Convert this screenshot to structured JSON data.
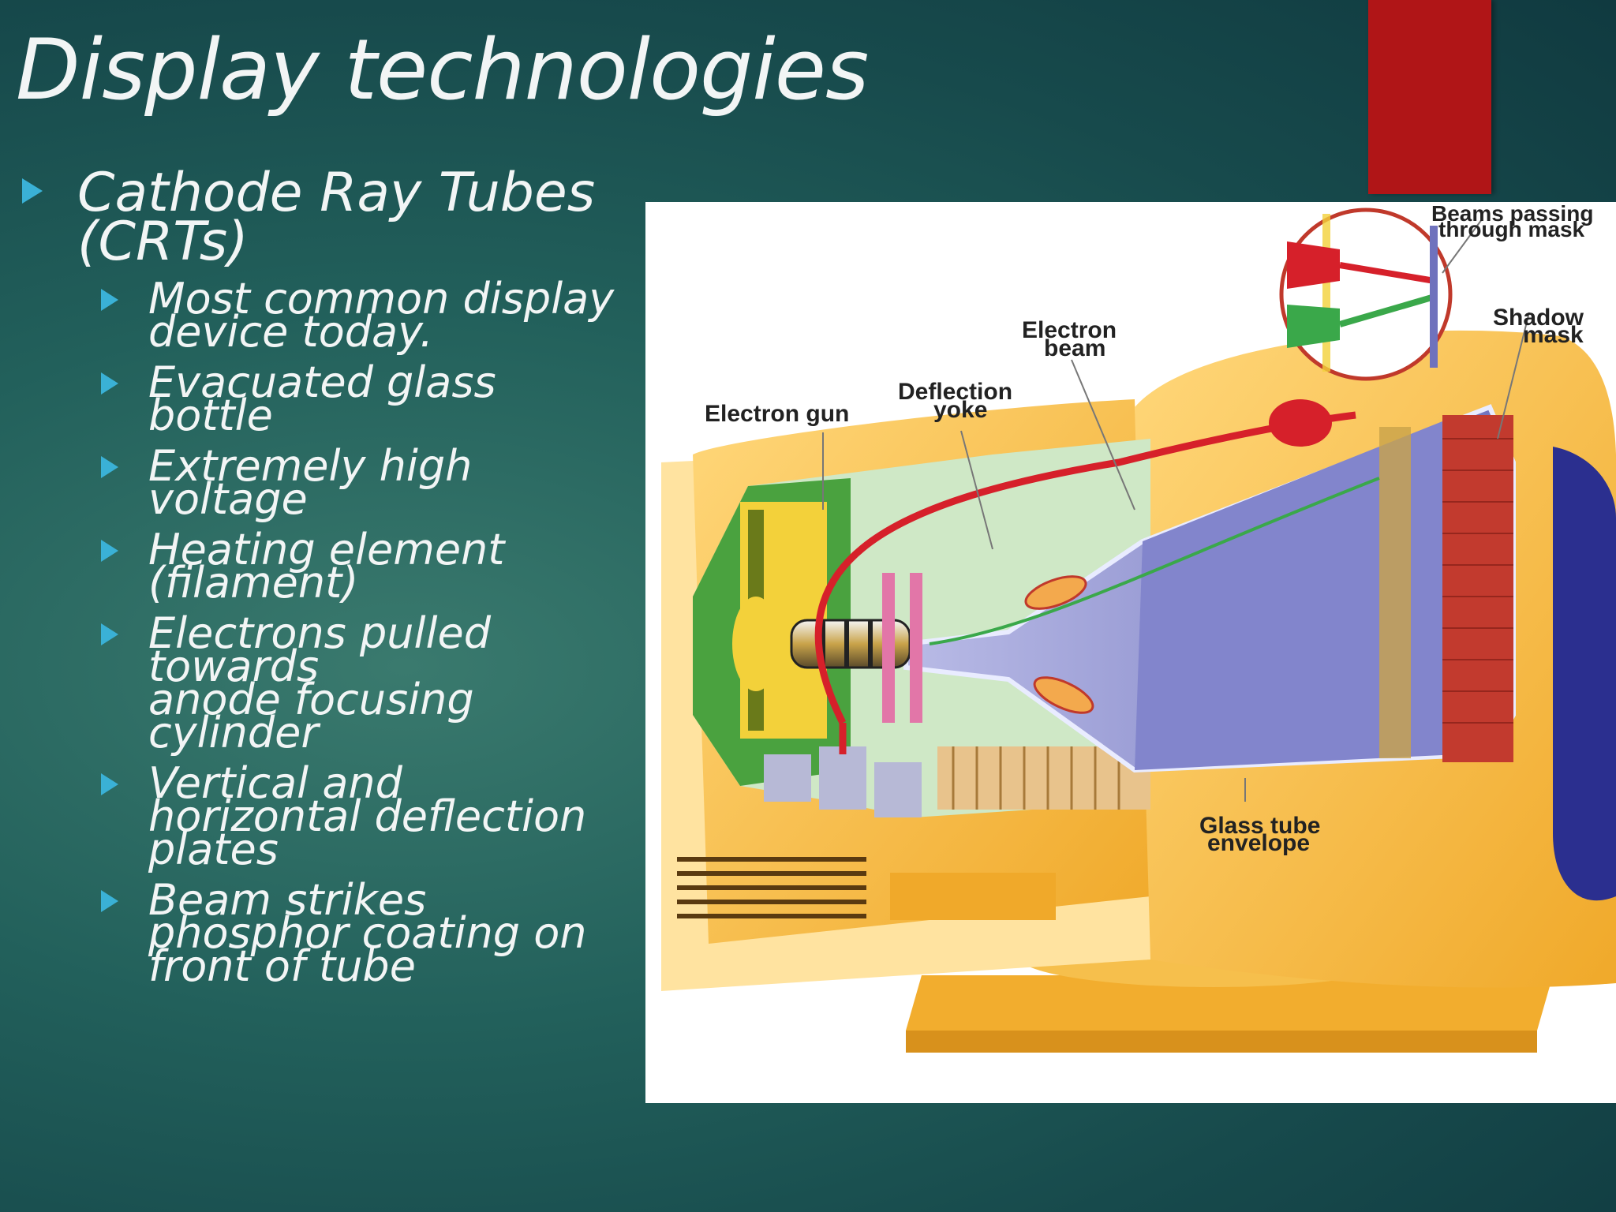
{
  "title": "Display technologies",
  "bullets": {
    "main": "Cathode Ray Tubes\n(CRTs)",
    "sub": [
      "Most common display\ndevice today.",
      "Evacuated glass\nbottle",
      "Extremely high\nvoltage",
      "Heating element\n(filament)",
      "Electrons pulled\ntowards\nanode focusing\ncylinder",
      "Vertical and\nhorizontal deflection\nplates",
      "Beam strikes\nphosphor coating on\nfront of tube"
    ]
  },
  "diagram": {
    "labels": {
      "electron_gun": "Electron gun",
      "deflection_yoke_1": "Deflection",
      "deflection_yoke_2": "yoke",
      "electron_beam_1": "Electron",
      "electron_beam_2": "beam",
      "shadow_mask_1": "Shadow",
      "shadow_mask_2": "mask",
      "beams_mask_1": "Beams passing",
      "beams_mask_2": "through mask",
      "glass_tube_1": "Glass tube",
      "glass_tube_2": "envelope"
    }
  },
  "colors": {
    "accent_arrow": "#3ab1d6",
    "red_block": "#b01517",
    "background": "#22605b",
    "monitor_body": "#f6b83d",
    "screen": "#7c7fc4",
    "red_beam": "#d6202a",
    "green_beam": "#3aa84a"
  }
}
